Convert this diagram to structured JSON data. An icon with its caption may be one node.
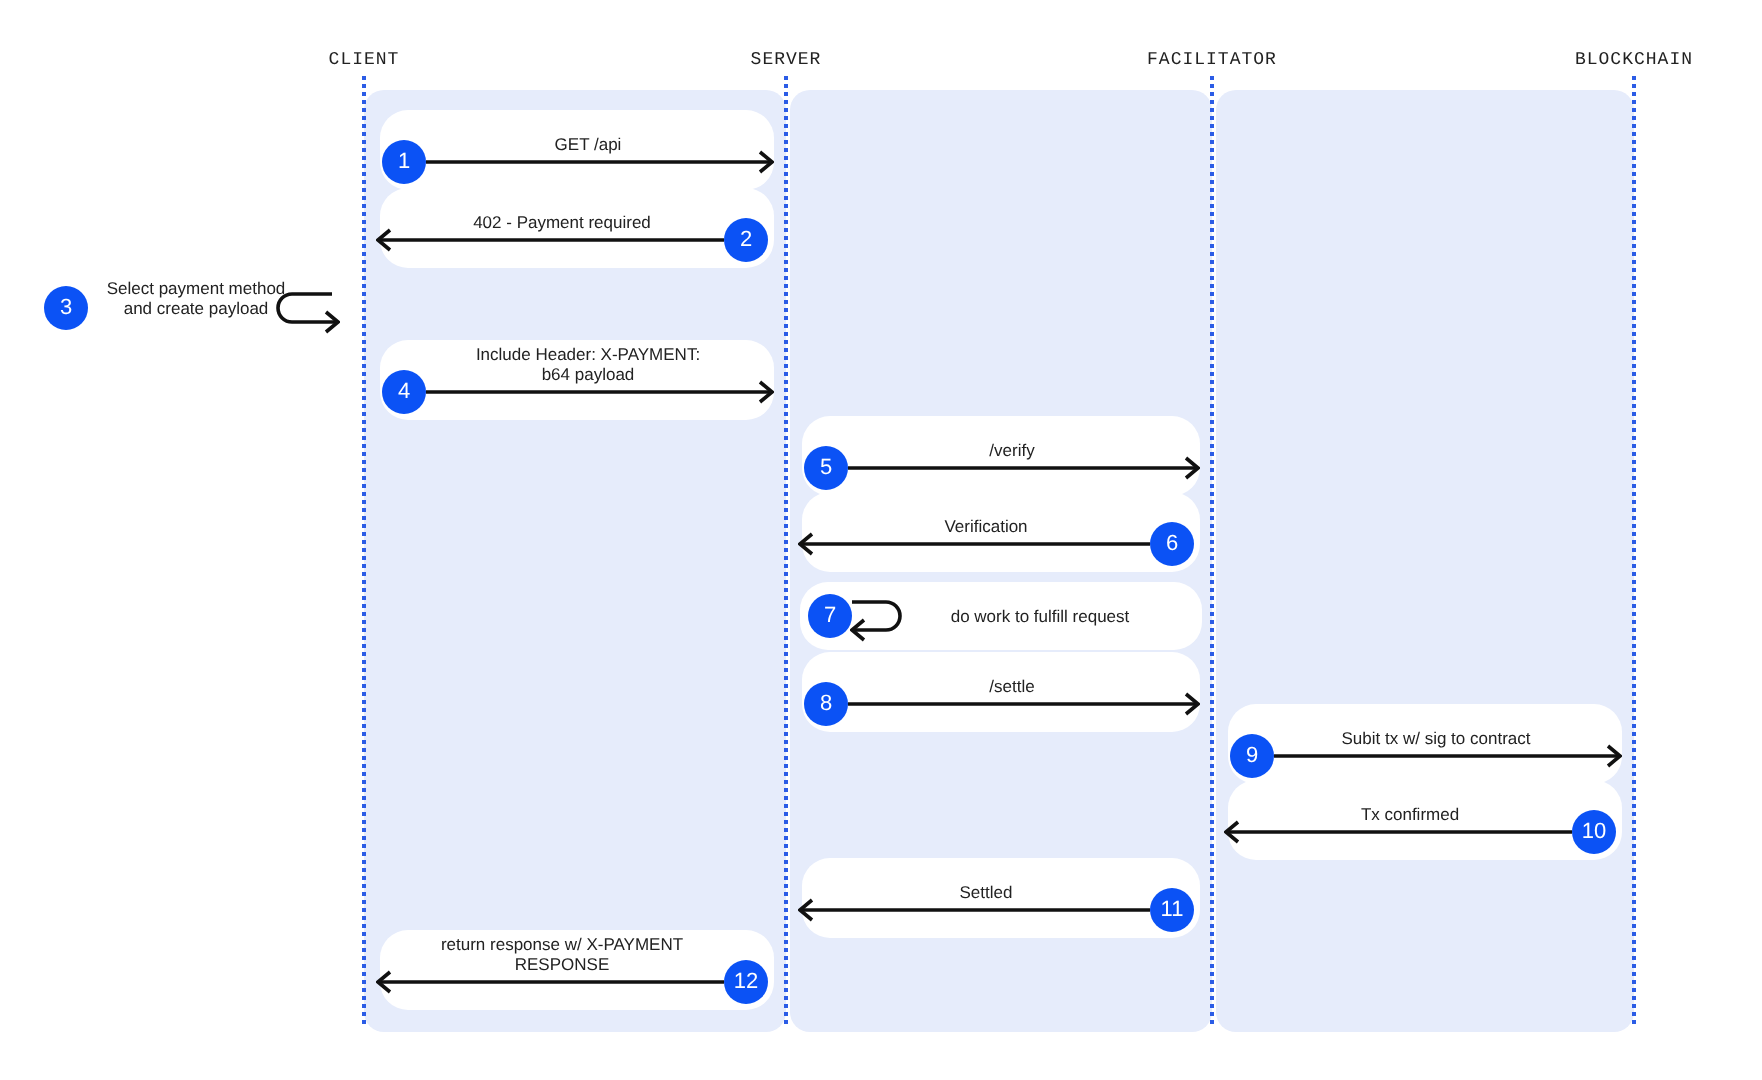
{
  "diagram": {
    "nodes": [
      {
        "text": [
          "CLIENT"
        ]
      },
      {
        "text": [
          "SERVER"
        ]
      },
      {
        "text": [
          "FACILITATOR"
        ]
      },
      {
        "text": [
          "BLOCKCHAIN"
        ]
      }
    ],
    "edges": [
      {
        "from": 0,
        "to": 1,
        "arrow": "to",
        "label": "GET /api"
      },
      {
        "from": 1,
        "to": 0,
        "arrow": "to",
        "label": "402 - Payment required"
      },
      {
        "from": 0,
        "to": 0,
        "arrow": "to",
        "label": "Select payment method and create payload"
      },
      {
        "from": 0,
        "to": 1,
        "arrow": "to",
        "label": "Include Header: X-PAYMENT: b64 payload"
      },
      {
        "from": 1,
        "to": 2,
        "arrow": "to",
        "label": "/verify"
      },
      {
        "from": 2,
        "to": 1,
        "arrow": "to",
        "label": "Verification"
      },
      {
        "from": 1,
        "to": 1,
        "arrow": "to",
        "label": "do work to fulfill request"
      },
      {
        "from": 1,
        "to": 2,
        "arrow": "to",
        "label": "/settle"
      },
      {
        "from": 2,
        "to": 3,
        "arrow": "to",
        "label": "Subit tx w/ sig to contract"
      },
      {
        "from": 3,
        "to": 2,
        "arrow": "to",
        "label": "Tx confirmed"
      },
      {
        "from": 2,
        "to": 1,
        "arrow": "to",
        "label": "Settled"
      },
      {
        "from": 1,
        "to": 0,
        "arrow": "to",
        "label": "return response w/ X-PAYMENT RESPONSE"
      }
    ],
    "labels": [
      "1",
      "2",
      "3",
      "4",
      "5",
      "6",
      "7",
      "8",
      "9",
      "10",
      "11",
      "12"
    ]
  }
}
